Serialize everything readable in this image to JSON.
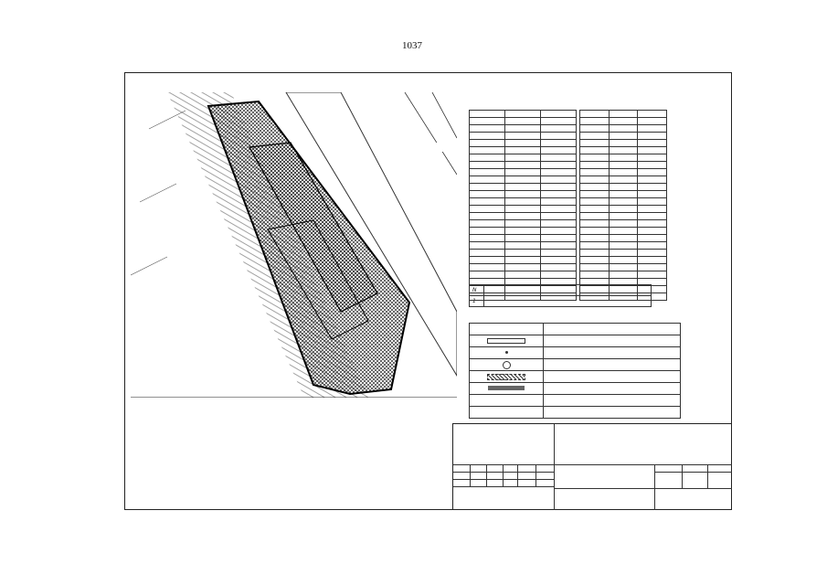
{
  "page_number": "1037",
  "header": {
    "left_title": "",
    "right_title": "",
    "sheet_label": ""
  },
  "map": {
    "cadastral_number": "",
    "labels": [
      "",
      "",
      ""
    ]
  },
  "coordinates": {
    "title": "",
    "left_rows": 26,
    "right_rows": 26
  },
  "exploitation": {
    "title": "",
    "header_n": "N",
    "header_name": "",
    "rows": [
      {
        "n": "1",
        "name": ""
      }
    ]
  },
  "legend": {
    "title": "",
    "col_symbol": "",
    "col_name": "",
    "rows": [
      {
        "symbol": "box",
        "text": ""
      },
      {
        "symbol": "dot",
        "text": ""
      },
      {
        "symbol": "circle",
        "text": ""
      },
      {
        "symbol": "hatch",
        "text": ""
      },
      {
        "symbol": "bar",
        "text": ""
      },
      {
        "symbol": "code",
        "code": "",
        "text": ""
      },
      {
        "symbol": "code",
        "code": "",
        "text": ""
      }
    ]
  },
  "area": {
    "label": "",
    "scale": ""
  },
  "notes": [
    "",
    "",
    "",
    "",
    ""
  ],
  "stamp": {
    "project_title": "",
    "stage_label": "",
    "sheet_label": "",
    "sheets_label": "",
    "sheet_value": "",
    "doc_name": "",
    "drawing_name": "",
    "org_name": ""
  }
}
